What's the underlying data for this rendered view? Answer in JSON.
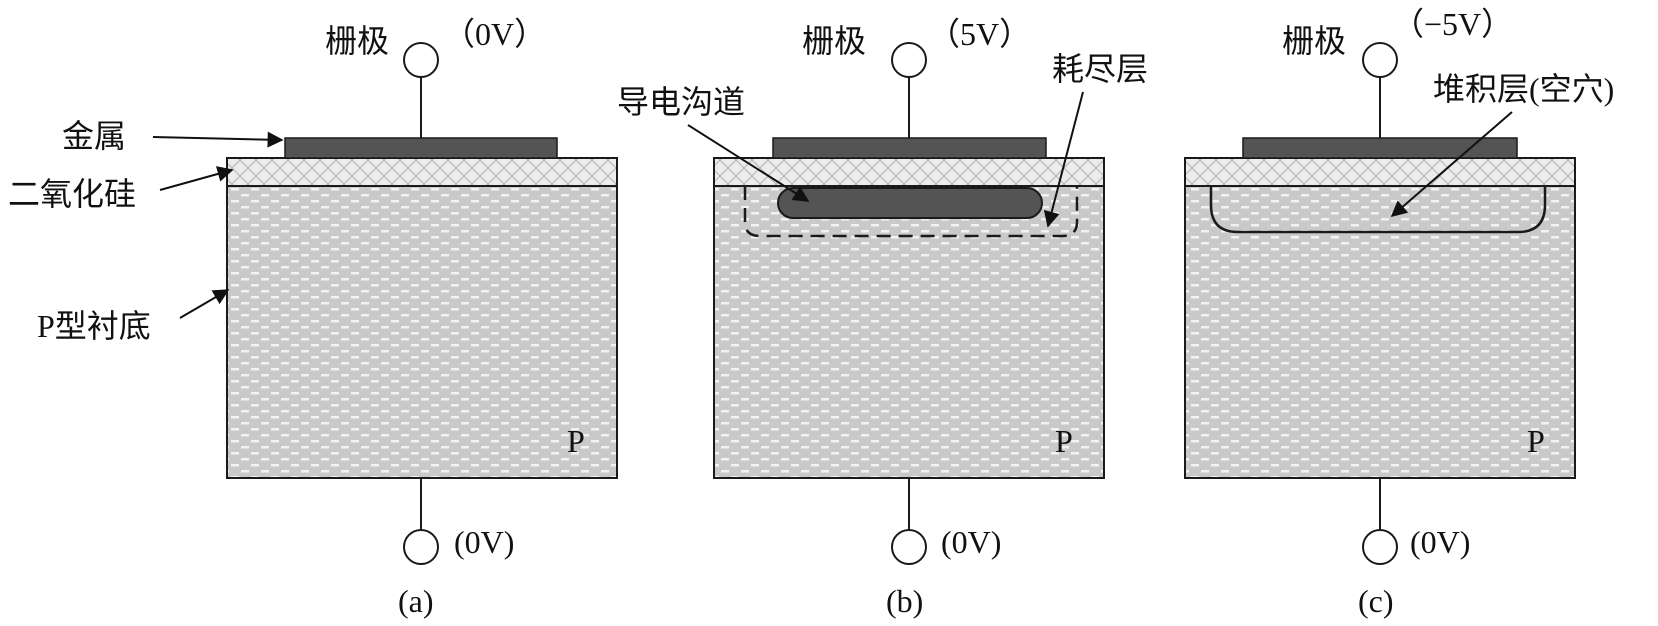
{
  "colors": {
    "metal": "#545454",
    "oxide": "#e8e8e8",
    "substrate": "#c9c9c9",
    "stroke": "#1a1a1a"
  },
  "callouts": {
    "metal": "金属",
    "oxide": "二氧化硅",
    "substrate": "P型衬底",
    "channel": "导电沟道",
    "depletion": "耗尽层",
    "accumulation": "堆积层(空穴)"
  },
  "panels": [
    {
      "caption": "(a)",
      "gate_label": "栅极",
      "gate_voltage": "（0V）",
      "substrate_type": "P",
      "bottom_voltage": "(0V)"
    },
    {
      "caption": "(b)",
      "gate_label": "栅极",
      "gate_voltage": "（5V）",
      "substrate_type": "P",
      "bottom_voltage": "(0V)"
    },
    {
      "caption": "(c)",
      "gate_label": "栅极",
      "gate_voltage": "（−5V）",
      "substrate_type": "P",
      "bottom_voltage": "(0V)"
    }
  ]
}
